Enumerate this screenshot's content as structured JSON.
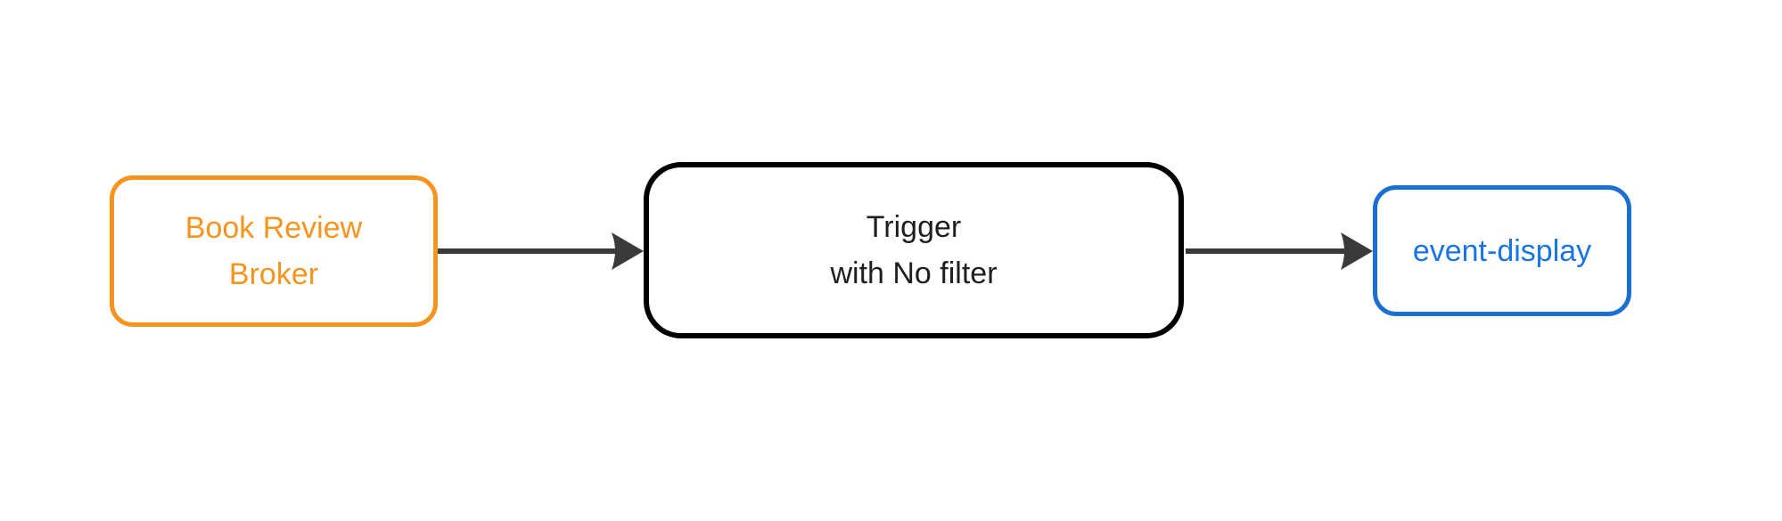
{
  "diagram": {
    "background_color": "#ffffff",
    "arrow_color": "#3A3A3A",
    "nodes": [
      {
        "id": "book-review-broker",
        "lines": [
          "Book Review",
          "Broker"
        ],
        "border_color": "#F7941E",
        "text_color": "#F7941E",
        "fill_color": "#ffffff"
      },
      {
        "id": "trigger",
        "lines": [
          "Trigger",
          "with No filter"
        ],
        "border_color": "#000000",
        "text_color": "#1F1F1F",
        "fill_color": "#ffffff"
      },
      {
        "id": "event-display",
        "lines": [
          "event-display"
        ],
        "border_color": "#1B6FD1",
        "text_color": "#1B74E4",
        "fill_color": "#ffffff"
      }
    ],
    "edges": [
      {
        "from": "book-review-broker",
        "to": "trigger"
      },
      {
        "from": "trigger",
        "to": "event-display"
      }
    ]
  }
}
